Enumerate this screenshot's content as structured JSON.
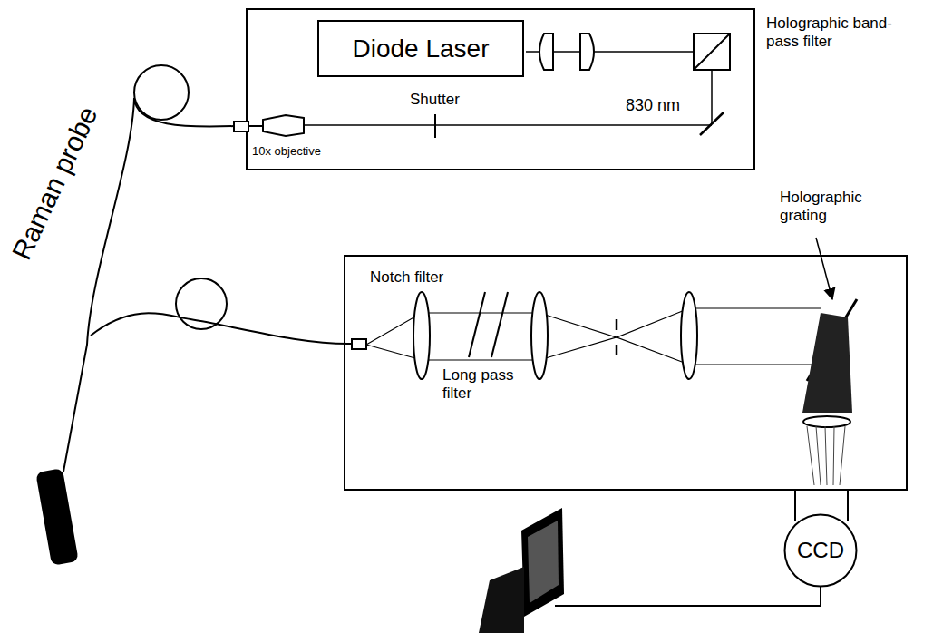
{
  "diagram": {
    "nodes": [
      {
        "text": [
          "Diode Laser"
        ]
      },
      {
        "text": [
          "CCD"
        ]
      }
    ],
    "labels": [
      "Holographic band-pass filter",
      "830 nm",
      "Shutter",
      "10x objective",
      "Raman probe",
      "Holographic grating",
      "Notch filter",
      "Long pass filter"
    ]
  }
}
